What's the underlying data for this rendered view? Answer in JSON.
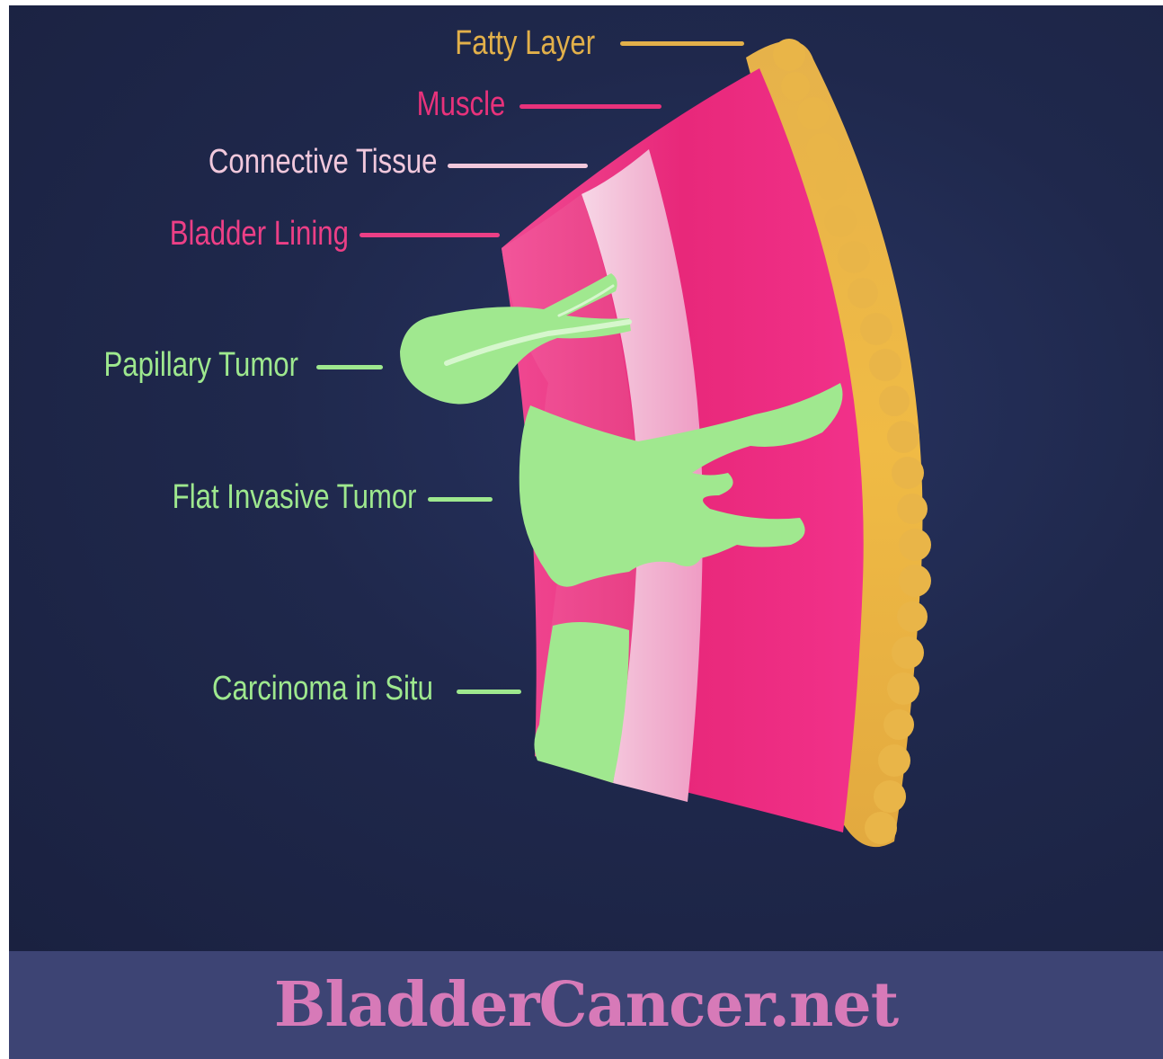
{
  "labels": {
    "fatty_layer": "Fatty Layer",
    "muscle": "Muscle",
    "connective_tissue": "Connective Tissue",
    "bladder_lining": "Bladder Lining",
    "papillary_tumor": "Papillary Tumor",
    "flat_invasive_tumor": "Flat Invasive Tumor",
    "carcinoma_in_situ": "Carcinoma in Situ"
  },
  "colors": {
    "fatty_layer": "#e2b04a",
    "muscle": "#e8327b",
    "connective_tissue": "#f1c8dc",
    "bladder_lining": "#ec3f86",
    "tumor": "#9ee88e",
    "background": "#1f284c",
    "footer": "#3d4474",
    "brand": "#d77ab8"
  },
  "footer": {
    "brand": "BladderCancer.net"
  }
}
